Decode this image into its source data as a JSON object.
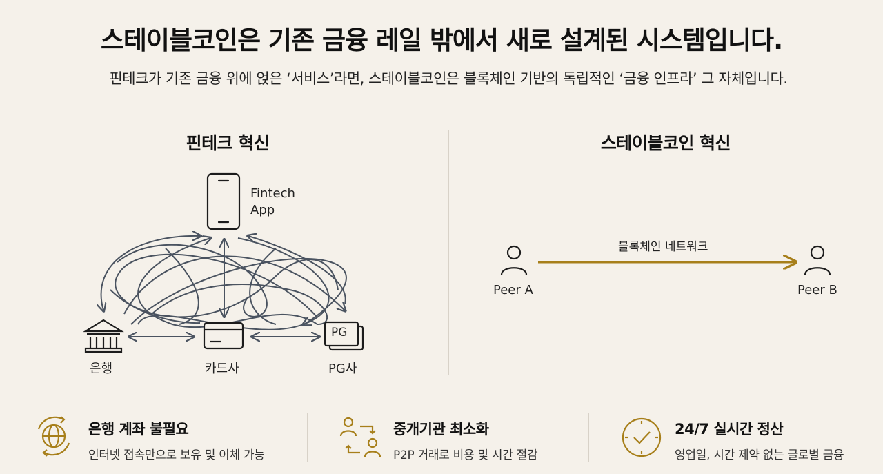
{
  "header": {
    "title": "스테이블코인은 기존 금융 레일 밖에서 새로 설계된 시스템입니다.",
    "subtitle": "핀테크가 기존 금융 위에 얹은 ‘서비스’라면, 스테이블코인은 블록체인 기반의 독립적인 ‘금융 인프라’ 그 자체입니다."
  },
  "fintech": {
    "title": "핀테크 혁신",
    "app_label_1": "Fintech",
    "app_label_2": "App",
    "bank_label": "은행",
    "card_label": "카드사",
    "pg_label": "PG사",
    "pg_icon_text": "PG"
  },
  "stablecoin": {
    "title": "스테이블코인 혁신",
    "network_label": "블록체인 네트워크",
    "peer_a": "Peer A",
    "peer_b": "Peer B"
  },
  "features": [
    {
      "icon": "globe-cycle-icon",
      "title": "은행 계좌 불필요",
      "desc": "인터넷 접속만으로 보유 및 이체 가능"
    },
    {
      "icon": "people-exchange-icon",
      "title": "중개기관 최소화",
      "desc": "P2P 거래로 비용 및 시간 절감"
    },
    {
      "icon": "clock-check-icon",
      "title": "24/7 실시간 정산",
      "desc": "영업일, 시간 제약 없는 글로벌 금융"
    }
  ],
  "colors": {
    "background": "#f5f1ea",
    "accent_gold": "#a77f1a",
    "line_gray": "#4a5360",
    "text_dark": "#111111"
  }
}
